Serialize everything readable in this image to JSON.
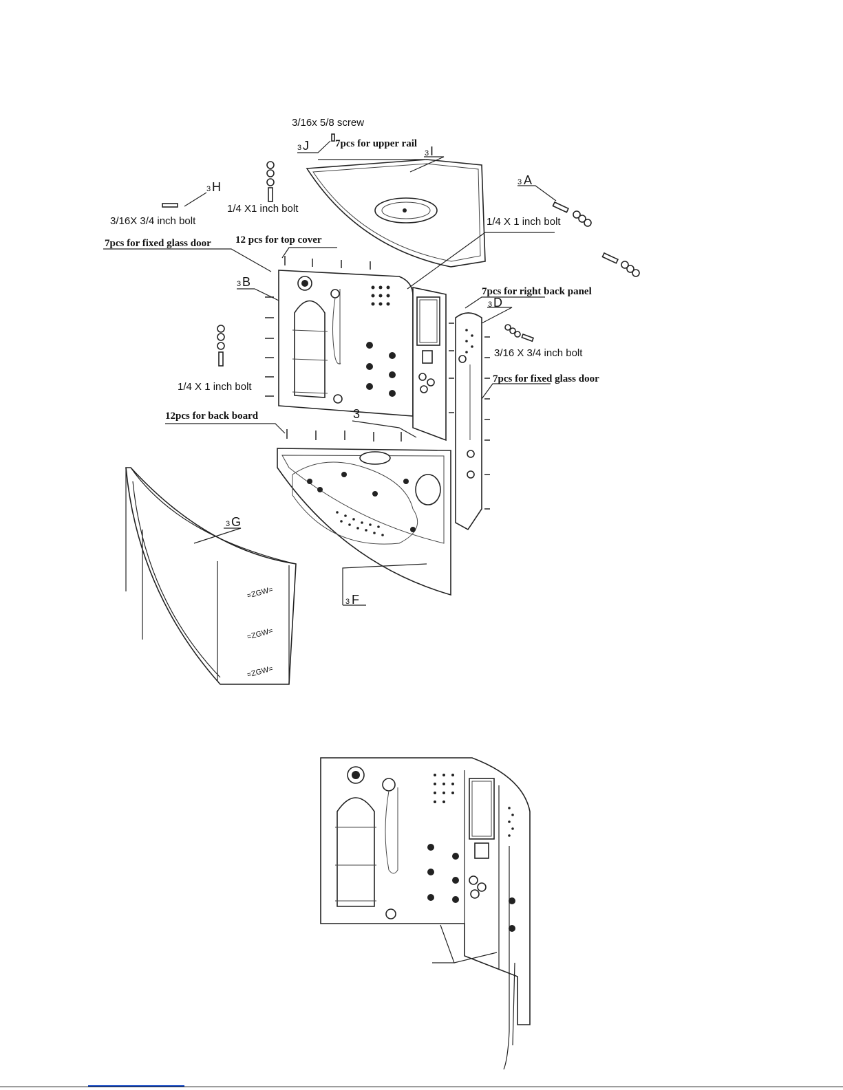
{
  "labels": {
    "screw_3j_size": "3/16x 5/8 screw",
    "upper_rail_pcs": "7pcs for upper rail",
    "bolt_top_small": "1/4 X1 inch bolt",
    "bolt_3h": "3/16X 3/4 inch bolt",
    "bolt_3a": "1/4 X 1 inch bolt",
    "fixed_glass_left": "7pcs for fixed glass door",
    "top_cover_pcs": "12 pcs for top cover",
    "right_back_panel_pcs": "7pcs for right back panel",
    "bolt_3d": "3/16 X 3/4 inch bolt",
    "fixed_glass_right": "7pcs for fixed glass door",
    "bolt_left_mid": "1/4 X 1 inch bolt",
    "back_board_pcs": "12pcs for back board",
    "glass_sticker": "=ZGW="
  },
  "codes": {
    "j": {
      "num": "3",
      "letter": "J"
    },
    "i": {
      "num": "3",
      "letter": "I"
    },
    "h": {
      "num": "3",
      "letter": "H"
    },
    "a": {
      "num": "3",
      "letter": "A"
    },
    "b": {
      "num": "3",
      "letter": "B"
    },
    "d": {
      "num": "3",
      "letter": "D"
    },
    "c": {
      "num": "3",
      "letter": ""
    },
    "g": {
      "num": "3",
      "letter": "G"
    },
    "f": {
      "num": "3",
      "letter": "F"
    }
  }
}
